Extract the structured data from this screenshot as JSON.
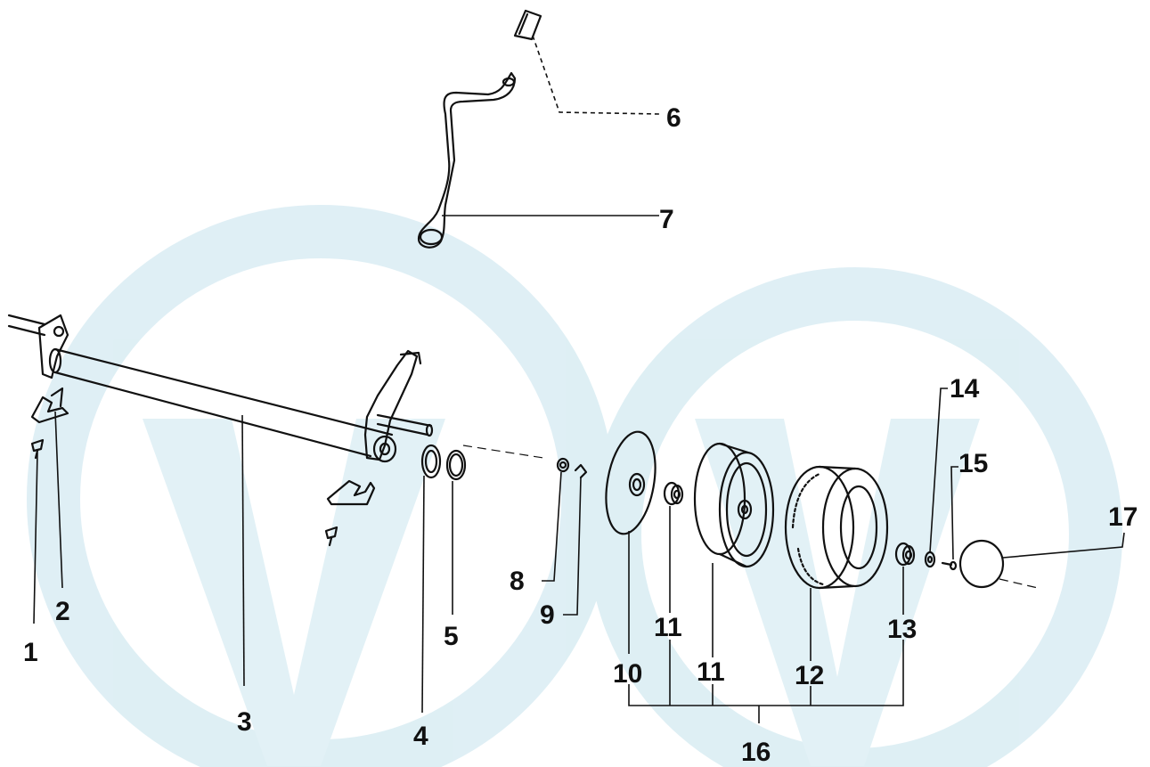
{
  "diagram": {
    "watermark_color": "#cfe6ee",
    "ink_color": "#111111",
    "callouts": [
      {
        "id": "1",
        "text": "1"
      },
      {
        "id": "2",
        "text": "2"
      },
      {
        "id": "3",
        "text": "3"
      },
      {
        "id": "4",
        "text": "4"
      },
      {
        "id": "5",
        "text": "5"
      },
      {
        "id": "6",
        "text": "6"
      },
      {
        "id": "7",
        "text": "7"
      },
      {
        "id": "8",
        "text": "8"
      },
      {
        "id": "9",
        "text": "9"
      },
      {
        "id": "10",
        "text": "10"
      },
      {
        "id": "11a",
        "text": "11"
      },
      {
        "id": "11b",
        "text": "11"
      },
      {
        "id": "12",
        "text": "12"
      },
      {
        "id": "13",
        "text": "13"
      },
      {
        "id": "14",
        "text": "14"
      },
      {
        "id": "15",
        "text": "15"
      },
      {
        "id": "16",
        "text": "16"
      },
      {
        "id": "17",
        "text": "17"
      }
    ]
  }
}
